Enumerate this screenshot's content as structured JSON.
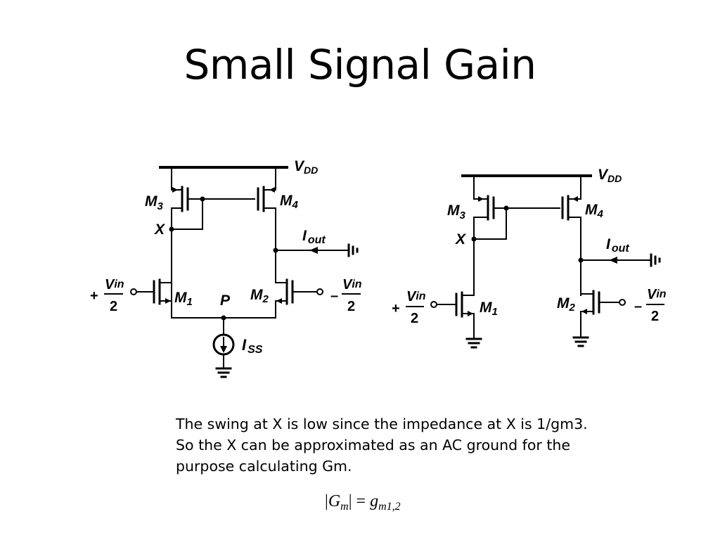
{
  "slide": {
    "title": "Small Signal Gain"
  },
  "left_circuit": {
    "vdd": {
      "main": "V",
      "sub": "DD"
    },
    "m3": {
      "main": "M",
      "sub": "3"
    },
    "m4": {
      "main": "M",
      "sub": "4"
    },
    "m1": {
      "main": "M",
      "sub": "1"
    },
    "m2": {
      "main": "M",
      "sub": "2"
    },
    "node_x": "X",
    "node_p": "P",
    "iout": {
      "main": "I",
      "sub": "out"
    },
    "iss": {
      "main": "I",
      "sub": "SS"
    },
    "vin_left": {
      "sign": "+",
      "main": "V",
      "sub": "in",
      "den": "2"
    },
    "vin_right": {
      "sign": "–",
      "main": "V",
      "sub": "in",
      "den": "2"
    }
  },
  "right_circuit": {
    "vdd": {
      "main": "V",
      "sub": "DD"
    },
    "m3": {
      "main": "M",
      "sub": "3"
    },
    "m4": {
      "main": "M",
      "sub": "4"
    },
    "m1": {
      "main": "M",
      "sub": "1"
    },
    "m2": {
      "main": "M",
      "sub": "2"
    },
    "node_x": "X",
    "iout": {
      "main": "I",
      "sub": "out"
    },
    "vin_left": {
      "sign": "+",
      "main": "V",
      "sub": "in",
      "den": "2"
    },
    "vin_right": {
      "sign": "–",
      "main": "V",
      "sub": "in",
      "den": "2"
    }
  },
  "caption": {
    "line1": "The swing at X is low since the impedance at X is 1/gm3.",
    "line2": "So the X can be approximated as an AC ground for the",
    "line3": "purpose calculating Gm."
  },
  "formula": {
    "lhs_var": "G",
    "lhs_sub": "m",
    "equals": "=",
    "rhs_var": "g",
    "rhs_sub": "m1,2"
  }
}
